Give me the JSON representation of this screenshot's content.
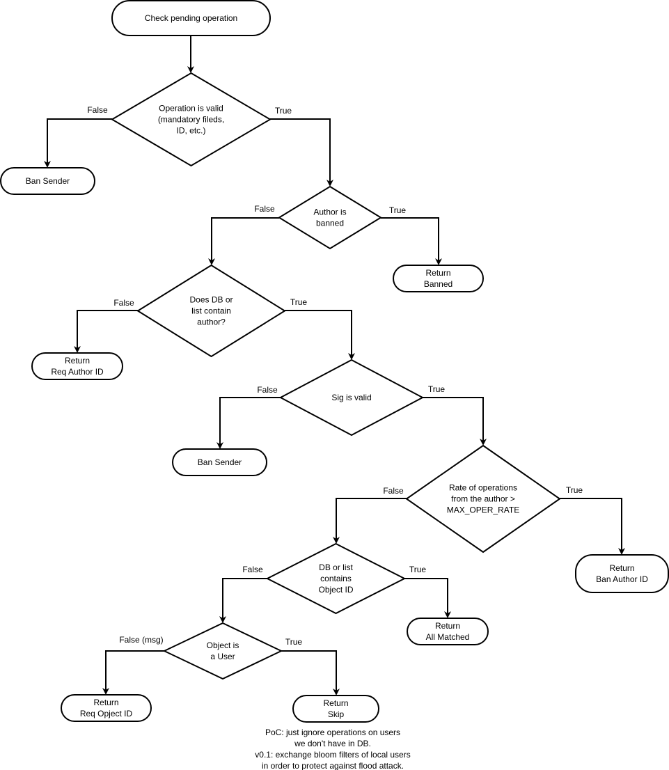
{
  "nodes": {
    "start": {
      "lines": [
        "Check pending operation"
      ]
    },
    "d1": {
      "lines": [
        "Operation is valid",
        "(mandatory fileds,",
        "ID, etc.)"
      ]
    },
    "ban1": {
      "lines": [
        "Ban Sender"
      ]
    },
    "d2": {
      "lines": [
        "Author is",
        "banned"
      ]
    },
    "ret_banned": {
      "lines": [
        "Return",
        "Banned"
      ]
    },
    "d3": {
      "lines": [
        "Does DB or",
        "list contain",
        "author?"
      ]
    },
    "ret_req_author": {
      "lines": [
        "Return",
        "Req Author ID"
      ]
    },
    "d4": {
      "lines": [
        "Sig is valid"
      ]
    },
    "ban2": {
      "lines": [
        "Ban Sender"
      ]
    },
    "d5": {
      "lines": [
        "Rate of operations",
        "from the author >",
        "MAX_OPER_RATE"
      ]
    },
    "ret_ban_author": {
      "lines": [
        "Return",
        "Ban Author ID"
      ]
    },
    "d6": {
      "lines": [
        "DB or list",
        "contains",
        "Object ID"
      ]
    },
    "ret_all_matched": {
      "lines": [
        "Return",
        "All Matched"
      ]
    },
    "d7": {
      "lines": [
        "Object is",
        "a User"
      ]
    },
    "ret_req_object": {
      "lines": [
        "Return",
        "Req Opject ID"
      ]
    },
    "ret_skip": {
      "lines": [
        "Return",
        "Skip"
      ]
    }
  },
  "edges": {
    "e0": {
      "label": ""
    },
    "e1": {
      "label": "False"
    },
    "e2": {
      "label": "True"
    },
    "e3": {
      "label": "False"
    },
    "e4": {
      "label": "True"
    },
    "e5": {
      "label": "False"
    },
    "e6": {
      "label": "True"
    },
    "e7": {
      "label": "False"
    },
    "e8": {
      "label": "True"
    },
    "e9": {
      "label": "False"
    },
    "e10": {
      "label": "True"
    },
    "e11": {
      "label": "False"
    },
    "e12": {
      "label": "True"
    },
    "e13": {
      "label": "False (msg)"
    },
    "e14": {
      "label": "True"
    }
  },
  "note": {
    "lines": [
      "PoC: just ignore operations on users",
      "we don't have in DB.",
      "v0.1: exchange bloom filters of local users",
      "in order to protect against flood attack."
    ]
  }
}
